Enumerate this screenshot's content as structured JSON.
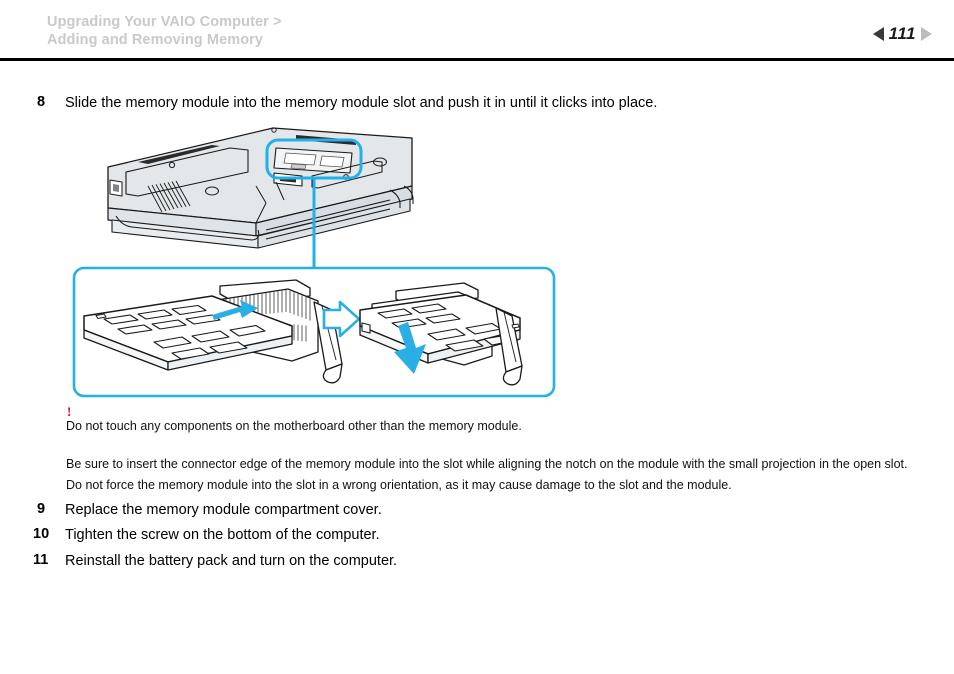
{
  "header": {
    "breadcrumb": "Upgrading Your VAIO Computer >\nAdding and Removing Memory",
    "page_number": "111",
    "prev_icon": "triangle-left-icon",
    "next_icon": "triangle-right-icon"
  },
  "steps": [
    {
      "number": "8",
      "text": "Slide the memory module into the memory module slot and push it in until it clicks into place."
    },
    {
      "number": "9",
      "text": "Replace the memory module compartment cover."
    },
    {
      "number": "10",
      "text": "Tighten the screw on the bottom of the computer."
    },
    {
      "number": "11",
      "text": "Reinstall the battery pack and turn on the computer."
    }
  ],
  "notes": {
    "warning_mark": "!",
    "warning_text": "Do not touch any components on the motherboard other than the memory module.",
    "paragraph": "Be sure to insert the connector edge of the memory module into the slot while aligning the notch on the module with the small projection in the open slot. Do not force the memory module into the slot in a wrong orientation, as it may cause damage to the slot and the module."
  },
  "illustration": {
    "laptop_label": "laptop-bottom-view",
    "callout_label": "memory-slot-callout",
    "detail_left_label": "memory-module-inserting",
    "detail_right_label": "memory-module-pressing-down",
    "transition_arrow_label": "transition-arrow-right"
  },
  "colors": {
    "accent_blue": "#23b0e8",
    "arrow_blue": "#29aee6",
    "warning_red": "#d0021b",
    "header_gray": "#c9c9c9",
    "line_black": "#1a1a1a",
    "laptop_fill": "#e3e7ea"
  }
}
